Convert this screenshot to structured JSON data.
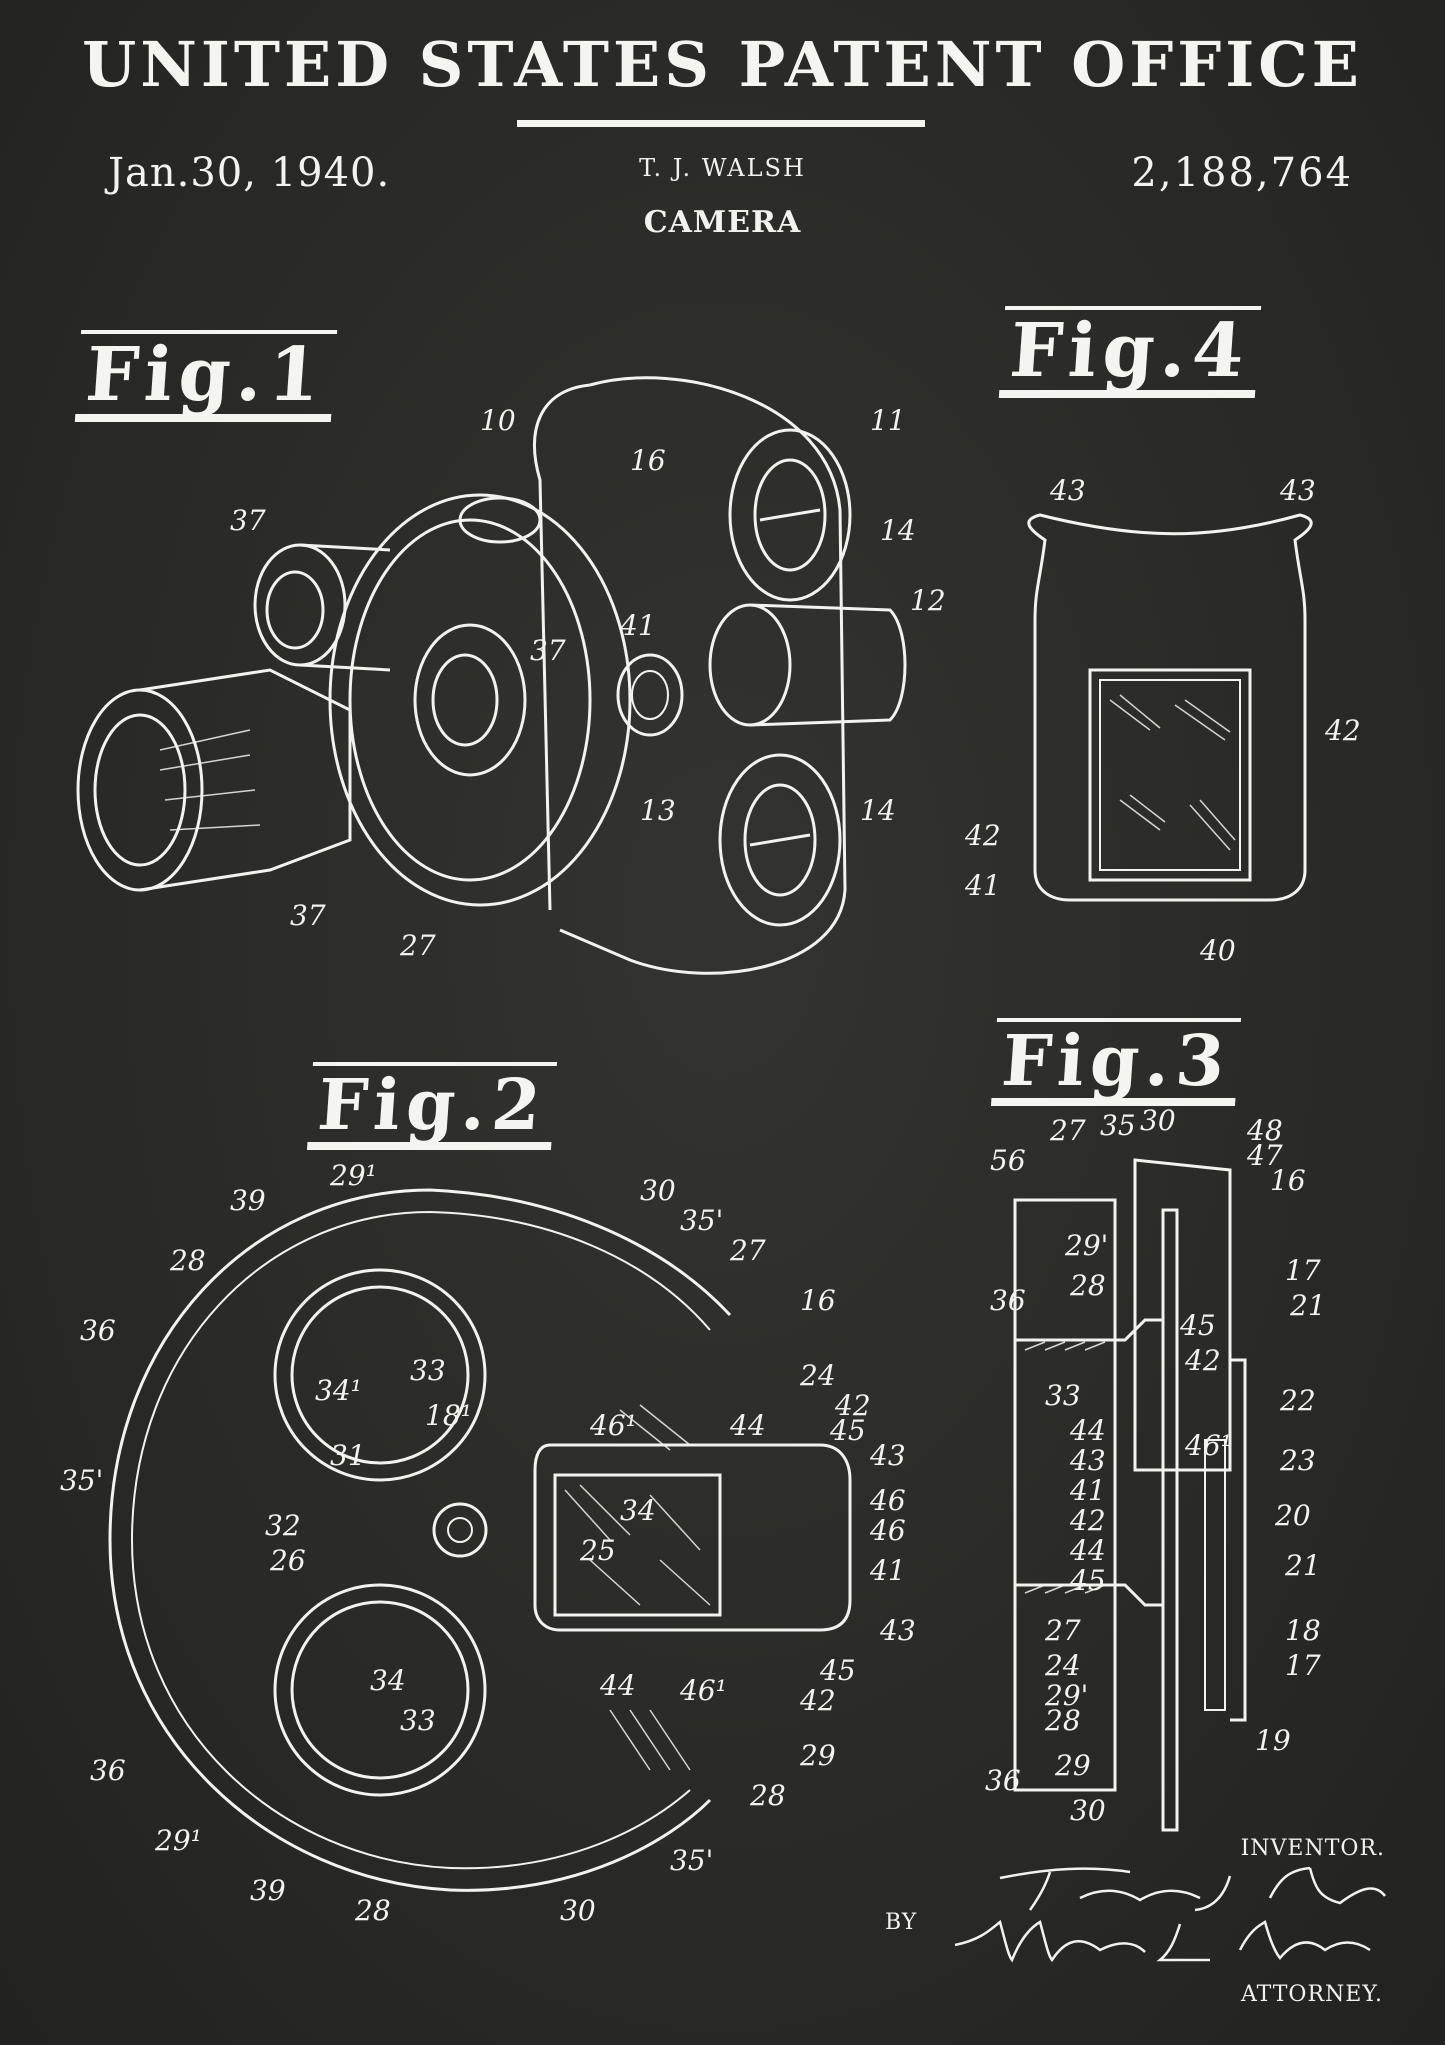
{
  "header": {
    "office_title": "UNITED STATES PATENT OFFICE",
    "date": "Jan.30, 1940.",
    "inventor_name": "T. J. WALSH",
    "invention_title": "CAMERA",
    "patent_number": "2,188,764"
  },
  "figures": {
    "fig1": {
      "label": "Fig.1",
      "callouts": [
        "10",
        "16",
        "11",
        "37",
        "14",
        "12",
        "37",
        "41",
        "13",
        "14",
        "37",
        "27"
      ]
    },
    "fig2": {
      "label": "Fig.2",
      "callouts": [
        "29¹",
        "30",
        "39",
        "35'",
        "27",
        "28",
        "16",
        "36",
        "33",
        "34¹",
        "18¹",
        "24",
        "46¹",
        "44",
        "42",
        "45",
        "43",
        "35'",
        "31",
        "34",
        "46",
        "46",
        "32",
        "25",
        "41",
        "26",
        "43",
        "34",
        "44",
        "46¹",
        "45",
        "42",
        "33",
        "29",
        "28",
        "36",
        "29¹",
        "35'",
        "39",
        "28",
        "30"
      ]
    },
    "fig3": {
      "label": "Fig.3",
      "callouts": [
        "56",
        "27",
        "35",
        "30",
        "48",
        "47",
        "16",
        "29'",
        "28",
        "17",
        "21",
        "36",
        "45",
        "42",
        "33",
        "22",
        "44",
        "46¹",
        "43",
        "23",
        "41",
        "42",
        "20",
        "44",
        "45",
        "21",
        "27",
        "18",
        "24",
        "17",
        "29'",
        "28",
        "19",
        "29",
        "36",
        "30"
      ]
    },
    "fig4": {
      "label": "Fig.4",
      "callouts": [
        "43",
        "43",
        "42",
        "42",
        "41",
        "40"
      ]
    }
  },
  "signature_block": {
    "inventor_caption": "INVENTOR.",
    "inventor_signature": "Thomas J. Walsh",
    "by_label": "BY",
    "attorney_signature": "William L. Morris",
    "attorney_caption": "ATTORNEY."
  }
}
